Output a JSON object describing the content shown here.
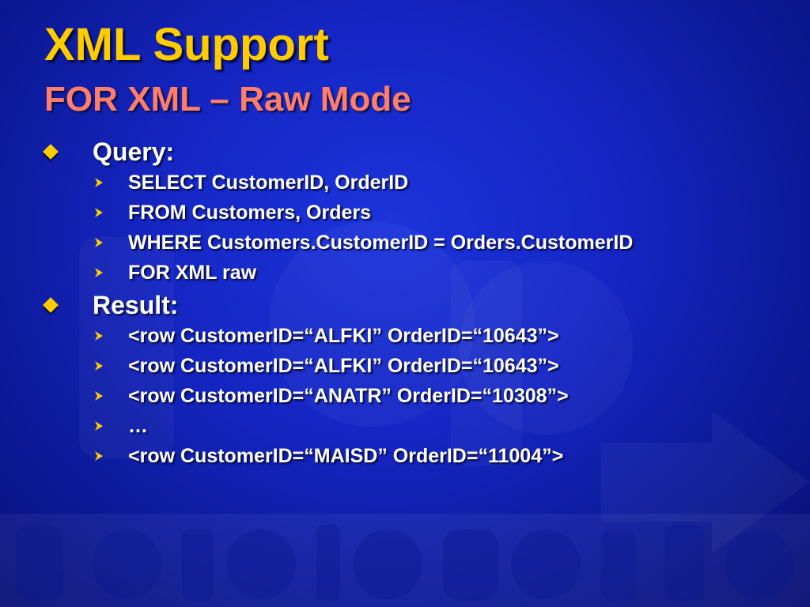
{
  "slide": {
    "title": "XML Support",
    "subtitle": "FOR XML – Raw Mode",
    "colors": {
      "title": "#ffcc00",
      "subtitle": "#ff7e6b",
      "body_text": "#ffffff",
      "bullet": "#ffcc00",
      "background": "#1526c4"
    },
    "sections": [
      {
        "label": "Query:",
        "bullet_icon": "diamond-bullet-icon",
        "items": [
          "SELECT CustomerID, OrderID",
          "FROM Customers, Orders",
          "WHERE Customers.CustomerID = Orders.CustomerID",
          "FOR XML raw"
        ]
      },
      {
        "label": "Result:",
        "bullet_icon": "diamond-bullet-icon",
        "items": [
          "<row CustomerID=“ALFKI” OrderID=“10643”>",
          "<row CustomerID=“ALFKI” OrderID=“10643”>",
          "<row CustomerID=“ANATR” OrderID=“10308”>",
          "…",
          "<row CustomerID=“MAISD” OrderID=“11004”>"
        ]
      }
    ],
    "sub_bullet_icon": "arrowhead-bullet-icon"
  }
}
